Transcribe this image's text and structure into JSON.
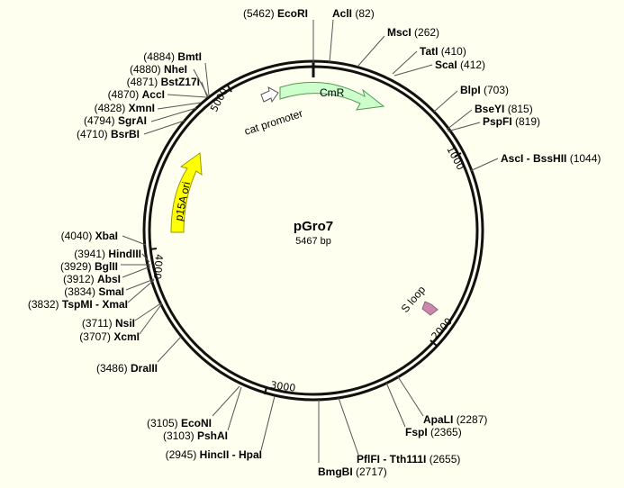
{
  "plasmid": {
    "name": "pGro7",
    "size_label": "5467 bp"
  },
  "ticks": [
    {
      "label": "1000",
      "pos": 1000
    },
    {
      "label": "2000",
      "pos": 2000
    },
    {
      "label": "3000",
      "pos": 3000
    },
    {
      "label": "4000",
      "pos": 4000
    },
    {
      "label": "5000",
      "pos": 5000
    }
  ],
  "features": [
    {
      "name": "CmR",
      "color": "#ccffcc"
    },
    {
      "name": "cat promoter",
      "color": "#ffffff"
    },
    {
      "name": "p15A ori",
      "color": "#ffff00"
    },
    {
      "name": "S loop",
      "color": "#cc88aa"
    }
  ],
  "sites": [
    {
      "name": "EcoRI",
      "pos": "(5462)"
    },
    {
      "name": "AclI",
      "pos": "(82)"
    },
    {
      "name": "MscI",
      "pos": "(262)"
    },
    {
      "name": "TatI",
      "pos": "(410)"
    },
    {
      "name": "ScaI",
      "pos": "(412)"
    },
    {
      "name": "BlpI",
      "pos": "(703)"
    },
    {
      "name": "BseYI",
      "pos": "(815)"
    },
    {
      "name": "PspFI",
      "pos": "(819)"
    },
    {
      "name": "AscI - BssHII",
      "pos": "(1044)"
    },
    {
      "name": "ApaLI",
      "pos": "(2287)"
    },
    {
      "name": "FspI",
      "pos": "(2365)"
    },
    {
      "name": "PflFI - Tth111I",
      "pos": "(2655)"
    },
    {
      "name": "BmgBI",
      "pos": "(2717)"
    },
    {
      "name": "HincII - HpaI",
      "pos": "(2945)"
    },
    {
      "name": "PshAI",
      "pos": "(3103)"
    },
    {
      "name": "EcoNI",
      "pos": "(3105)"
    },
    {
      "name": "DraIII",
      "pos": "(3486)"
    },
    {
      "name": "XcmI",
      "pos": "(3707)"
    },
    {
      "name": "NsiI",
      "pos": "(3711)"
    },
    {
      "name": "TspMI - XmaI",
      "pos": "(3832)"
    },
    {
      "name": "SmaI",
      "pos": "(3834)"
    },
    {
      "name": "AbsI",
      "pos": "(3912)"
    },
    {
      "name": "BglII",
      "pos": "(3929)"
    },
    {
      "name": "HindIII",
      "pos": "(3941)"
    },
    {
      "name": "XbaI",
      "pos": "(4040)"
    },
    {
      "name": "BsrBI",
      "pos": "(4710)"
    },
    {
      "name": "SgrAI",
      "pos": "(4794)"
    },
    {
      "name": "XmnI",
      "pos": "(4828)"
    },
    {
      "name": "AccI",
      "pos": "(4870)"
    },
    {
      "name": "BstZ17I",
      "pos": "(4871)"
    },
    {
      "name": "NheI",
      "pos": "(4880)"
    },
    {
      "name": "BmtI",
      "pos": "(4884)"
    }
  ]
}
